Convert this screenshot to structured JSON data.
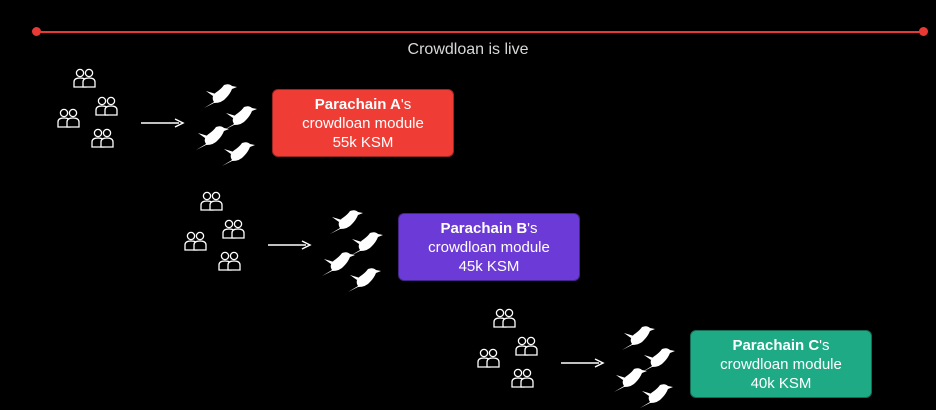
{
  "timeline": {
    "label": "Crowdloan is live",
    "color": "#e83a35"
  },
  "icons": {
    "contributors": "people-group-icon",
    "arrow": "right-arrow-icon",
    "tokens": "bird-icon"
  },
  "modules": [
    {
      "name": "Parachain A",
      "suffix": "'s",
      "line2": "crowdloan module",
      "amount": "55k KSM",
      "color": "#ef3d36"
    },
    {
      "name": "Parachain B",
      "suffix": "'s",
      "line2": "crowdloan module",
      "amount": "45k KSM",
      "color": "#6c3ad6"
    },
    {
      "name": "Parachain C",
      "suffix": "'s",
      "line2": "crowdloan module",
      "amount": "40k KSM",
      "color": "#1faa86"
    }
  ]
}
